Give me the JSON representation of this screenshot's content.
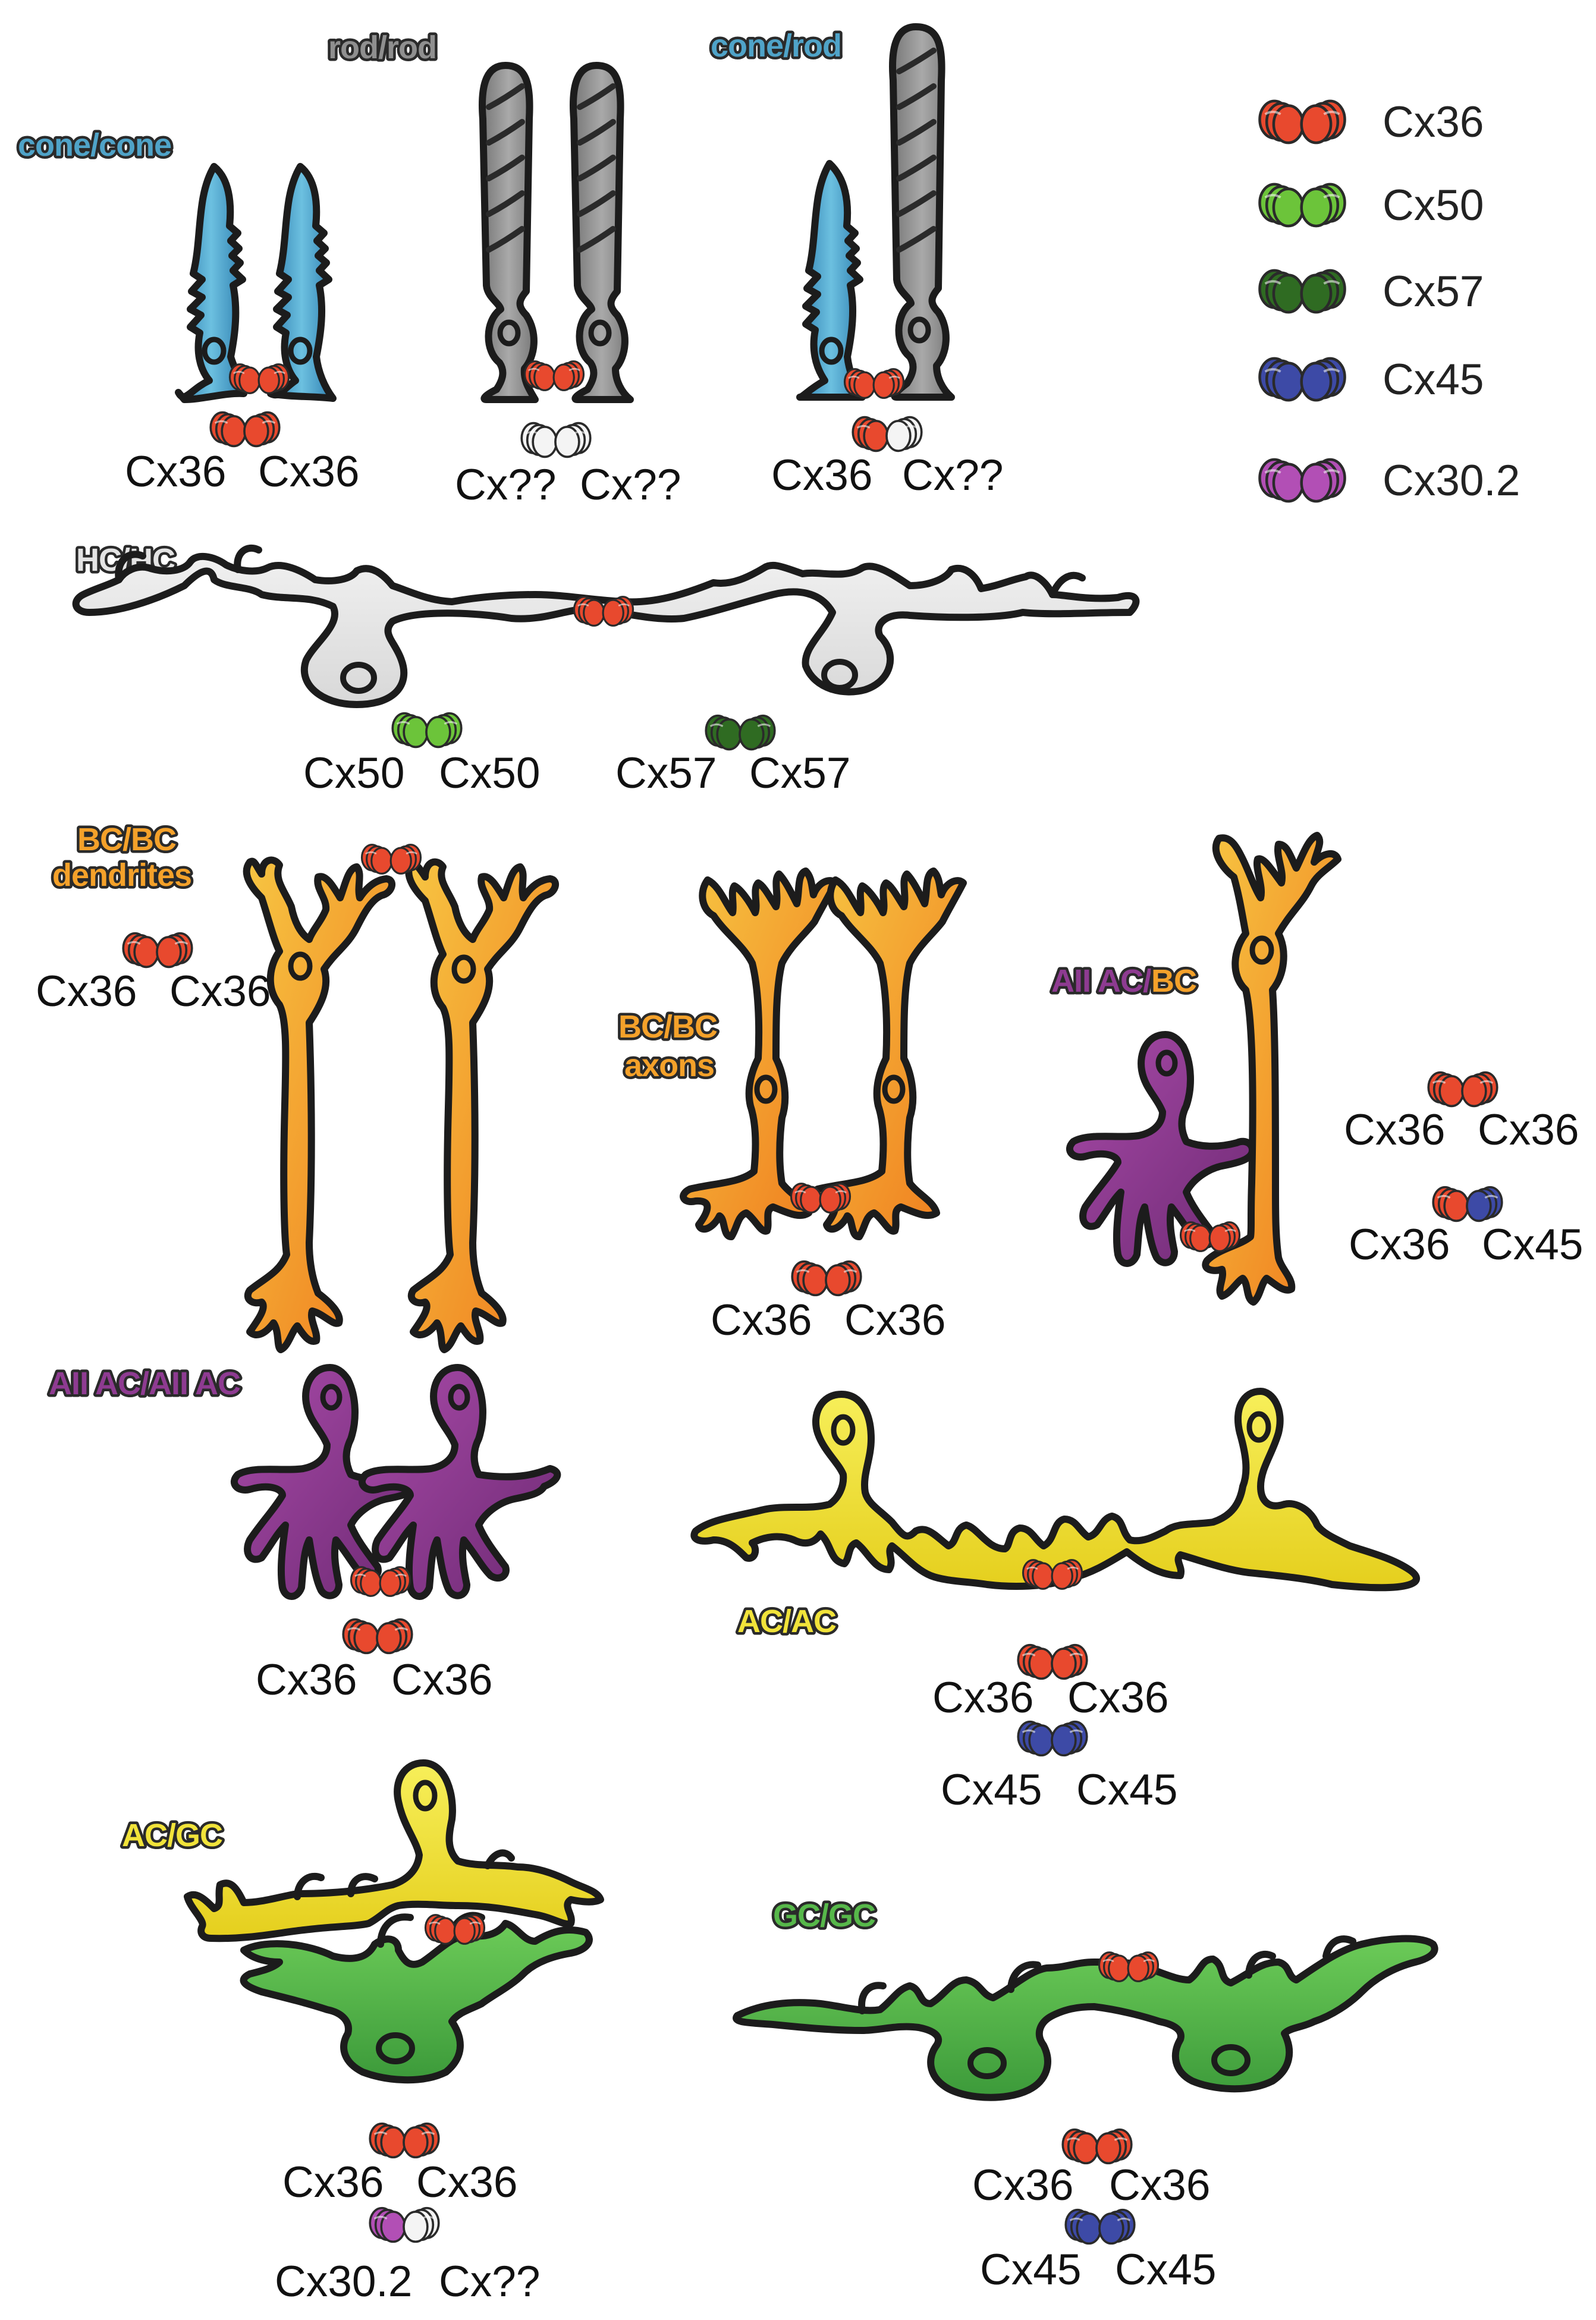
{
  "colors": {
    "cx36": "#e8492e",
    "cx50": "#6cc43a",
    "cx57": "#2f6b22",
    "cx45": "#3d4aa6",
    "cx30_2": "#b24fb5",
    "unknown": "#f4f4f4",
    "cone": "#4fa3c8",
    "rod": "#8f8f8f",
    "horizontal_cell": "#e4e4e4",
    "bipolar_cell": "#f4a12a",
    "aii_amacrine": "#8e3b91",
    "amacrine": "#f1e33a",
    "ganglion_cell": "#57b84a"
  },
  "legend": {
    "items": [
      {
        "label": "Cx36",
        "connexin": "cx36"
      },
      {
        "label": "Cx50",
        "connexin": "cx50"
      },
      {
        "label": "Cx57",
        "connexin": "cx57"
      },
      {
        "label": "Cx45",
        "connexin": "cx45"
      },
      {
        "label": "Cx30.2",
        "connexin": "cx30_2"
      }
    ]
  },
  "panels": {
    "cone_cone": {
      "title": "cone/cone",
      "pairs": [
        {
          "left": "Cx36",
          "right": "Cx36"
        }
      ]
    },
    "rod_rod": {
      "title": "rod/rod",
      "pairs": [
        {
          "left": "Cx??",
          "right": "Cx??"
        }
      ]
    },
    "cone_rod": {
      "title": "cone/rod",
      "pairs": [
        {
          "left": "Cx36",
          "right": "Cx??"
        }
      ]
    },
    "hc_hc": {
      "title": "HC/HC",
      "pairs": [
        {
          "left": "Cx50",
          "right": "Cx50"
        },
        {
          "left": "Cx57",
          "right": "Cx57"
        }
      ]
    },
    "bc_dendrites": {
      "title_line1": "BC/BC",
      "title_line2": "dendrites",
      "pairs": [
        {
          "left": "Cx36",
          "right": "Cx36"
        }
      ]
    },
    "bc_axons": {
      "title_line1": "BC/BC",
      "title_line2": "axons",
      "pairs": [
        {
          "left": "Cx36",
          "right": "Cx36"
        }
      ]
    },
    "aii_bc": {
      "title_part1": "AII AC/",
      "title_part2": "BC",
      "pairs": [
        {
          "left": "Cx36",
          "right": "Cx36"
        },
        {
          "left": "Cx36",
          "right": "Cx45"
        }
      ]
    },
    "aii_aii": {
      "title": "AII AC/AII AC",
      "pairs": [
        {
          "left": "Cx36",
          "right": "Cx36"
        }
      ]
    },
    "ac_ac": {
      "title": "AC/AC",
      "pairs": [
        {
          "left": "Cx36",
          "right": "Cx36"
        },
        {
          "left": "Cx45",
          "right": "Cx45"
        }
      ]
    },
    "ac_gc": {
      "title": "AC/GC",
      "pairs": [
        {
          "left": "Cx36",
          "right": "Cx36"
        },
        {
          "left": "Cx30.2",
          "right": "Cx??"
        }
      ]
    },
    "gc_gc": {
      "title": "GC/GC",
      "pairs": [
        {
          "left": "Cx36",
          "right": "Cx36"
        },
        {
          "left": "Cx45",
          "right": "Cx45"
        }
      ]
    }
  }
}
